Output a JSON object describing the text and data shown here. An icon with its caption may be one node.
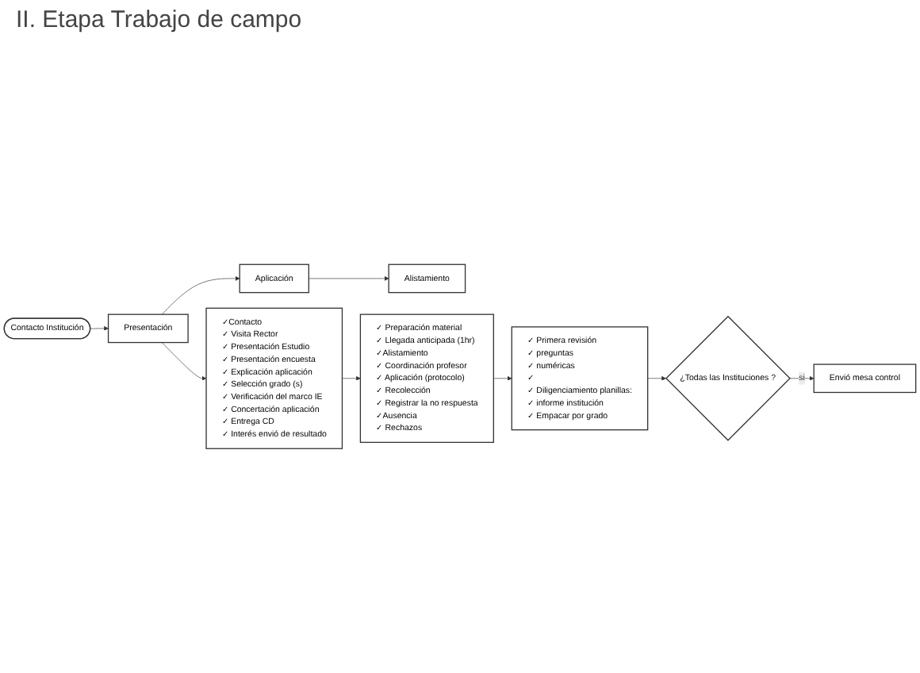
{
  "diagram": {
    "title": "II. Etapa Trabajo de campo",
    "nodes": [
      {
        "text": [
          "Contacto Institución"
        ]
      },
      {
        "text": [
          "Presentación"
        ]
      },
      {
        "text": [
          "Aplicación"
        ]
      },
      {
        "text": [
          "Alistamiento"
        ]
      },
      {
        "text": [
          "✓Contacto",
          "✓ Visita Rector",
          "✓ Presentación Estudio",
          "✓ Presentación encuesta",
          "✓ Explicación aplicación",
          "✓ Selección grado (s)",
          "✓ Verificación del marco IE",
          "✓ Concertación aplicación",
          "✓ Entrega CD",
          "✓ Interés envió de resultado"
        ]
      },
      {
        "text": [
          "✓ Preparación material",
          "✓ Llegada anticipada (1hr)",
          "✓Alistamiento",
          "✓ Coordinación profesor",
          "✓ Aplicación (protocolo)",
          "✓ Recolección",
          "✓ Registrar la no respuesta",
          "✓Ausencia",
          "✓ Rechazos"
        ]
      },
      {
        "text": [
          "✓ Primera revisión",
          "✓ preguntas",
          "✓ numéricas",
          "✓",
          "✓ Diligenciamiento planillas:",
          "✓ informe institución",
          "✓ Empacar por grado"
        ]
      },
      {
        "text": [
          "¿Todas las Instituciones ?"
        ]
      },
      {
        "text": [
          "Envió mesa control"
        ]
      }
    ],
    "edges": [
      {
        "from": 0,
        "to": 1,
        "arrow": "to"
      },
      {
        "from": 1,
        "to": 2,
        "arrow": "to"
      },
      {
        "from": 2,
        "to": 3,
        "arrow": "to"
      },
      {
        "from": 1,
        "to": 4,
        "arrow": "to"
      },
      {
        "from": 4,
        "to": 5,
        "arrow": "to"
      },
      {
        "from": 5,
        "to": 6,
        "arrow": "to"
      },
      {
        "from": 6,
        "to": 7,
        "arrow": "to"
      },
      {
        "from": 7,
        "to": 8,
        "arrow": "to",
        "label": "si"
      }
    ]
  }
}
